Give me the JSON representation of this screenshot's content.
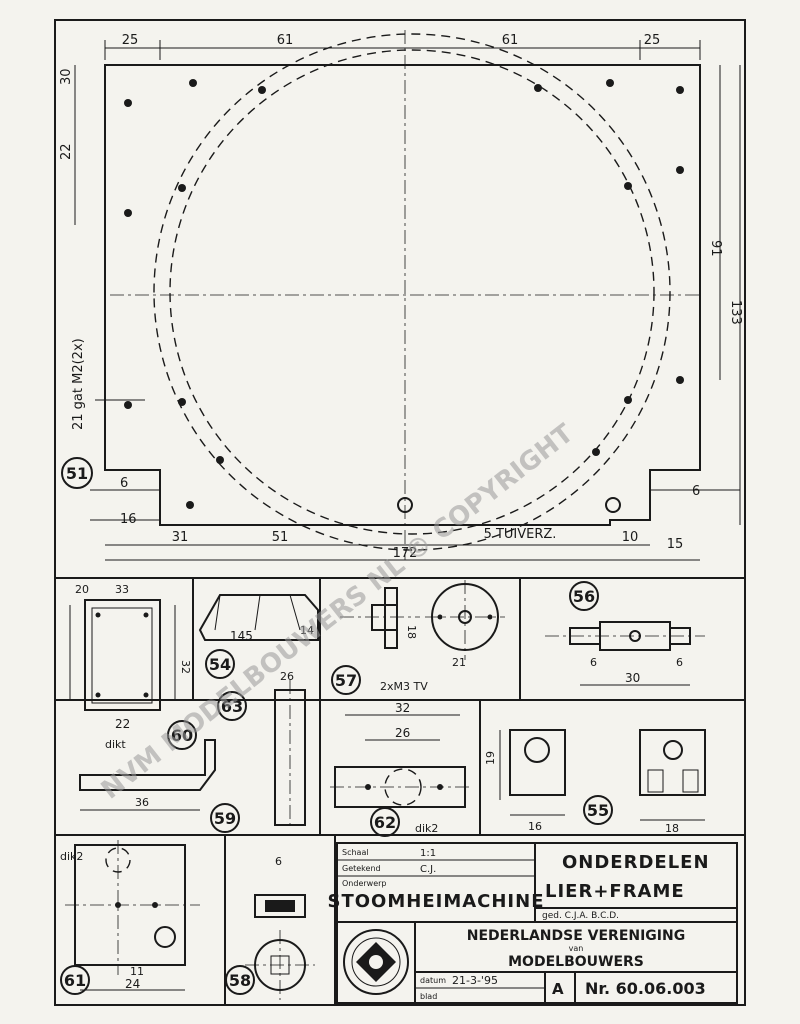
{
  "main_plate": {
    "dims_top": [
      "25",
      "61",
      "61",
      "25"
    ],
    "dims_bottom": [
      "31",
      "51",
      "10",
      "15"
    ],
    "dim_total": "172",
    "dims_right": [
      "91",
      "133"
    ],
    "dims_left": [
      "30",
      "22"
    ],
    "note_left": "21 gat M2(2x)",
    "note_bottom": "5 TUIVERZ.",
    "dim_small_left": [
      "6",
      "16"
    ],
    "dim_small_right": [
      "6"
    ],
    "part_no": "51"
  },
  "parts": {
    "p54": {
      "no": "54",
      "dims": [
        "145",
        "14"
      ]
    },
    "p57": {
      "no": "57",
      "dims": [
        "18",
        "21",
        "2xM3 TV"
      ]
    },
    "p56": {
      "no": "56",
      "dims": [
        "30",
        "6",
        "6"
      ]
    },
    "p60": {
      "no": "60",
      "dims": [
        "20",
        "33",
        "32",
        "22",
        "dikt"
      ]
    },
    "p63": {
      "no": "63",
      "dims": [
        "26"
      ]
    },
    "p59": {
      "no": "59",
      "dims": [
        "36"
      ]
    },
    "p62": {
      "no": "62",
      "dims": [
        "32",
        "26",
        "dik2"
      ]
    },
    "p55": {
      "no": "55",
      "dims": [
        "19",
        "16",
        "18"
      ]
    },
    "p61": {
      "no": "61",
      "dims": [
        "dik2",
        "11",
        "24"
      ]
    },
    "p58": {
      "no": "58",
      "dims": [
        "6"
      ]
    }
  },
  "title_block": {
    "label_scale": "Schaal",
    "value_scale": "1:1",
    "label_drawn": "Getekend",
    "value_drawn": "C.J.",
    "label_project": "Onderwerp",
    "project": "STOOMHEIMACHINE",
    "title_line1": "ONDERDELEN",
    "title_line2": "LIER+FRAME",
    "subtitle": "ged. C.J.A. B.C.D.",
    "org_line1": "NEDERLANDSE VERENIGING",
    "org_line2": "van",
    "org_line3": "MODELBOUWERS",
    "date_label": "datum",
    "date_value": "21-3-'95",
    "sheet_label": "blad",
    "sheet_value": "A",
    "number": "Nr. 60.06.003"
  },
  "watermark": "NVM MODELBOUWERS NL © COPYRIGHT"
}
